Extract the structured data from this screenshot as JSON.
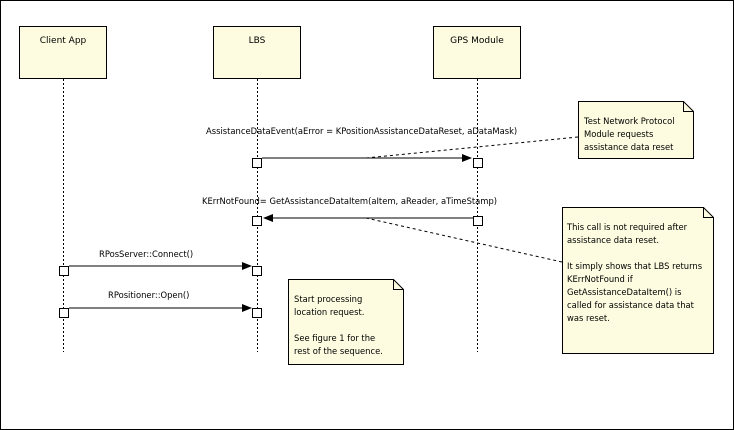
{
  "lifelines": [
    {
      "id": "client",
      "label": "Client App"
    },
    {
      "id": "lbs",
      "label": "LBS"
    },
    {
      "id": "gps",
      "label": "GPS Module"
    }
  ],
  "messages": [
    {
      "label": "AssistanceDataEvent(aError = KPositionAssistanceDataReset, aDataMask)"
    },
    {
      "label": "KErrNotFound= GetAssistanceDataItem(aItem, aReader, aTimeStamp)"
    },
    {
      "label": "RPosServer::Connect()"
    },
    {
      "label": "RPositioner::Open()"
    }
  ],
  "notes": [
    {
      "lines": [
        "Test Network Protocol",
        "Module requests",
        "assistance data reset"
      ]
    },
    {
      "lines": [
        "This call is not required after",
        "assistance data reset.",
        "",
        "It simply shows that LBS returns",
        "KErrNotFound if",
        "GetAssistanceDataItem() is",
        "called for assistance data that",
        "was reset."
      ]
    },
    {
      "lines": [
        "Start processing",
        "location request.",
        "",
        "See figure 1 for the",
        "rest of the sequence."
      ]
    }
  ],
  "colors": {
    "box_fill": "#fdfce0",
    "line": "#000000",
    "border": "#000000"
  }
}
